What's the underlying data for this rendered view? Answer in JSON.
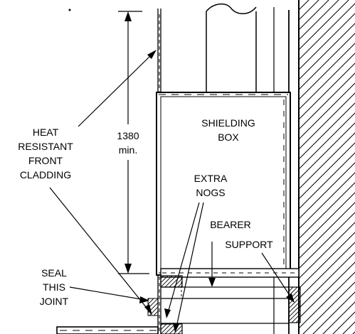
{
  "labels": {
    "heat_cladding": [
      "HEAT",
      "RESISTANT",
      "FRONT",
      "CLADDING"
    ],
    "dimension": [
      "1380",
      "min."
    ],
    "shielding_box": [
      "SHIELDING",
      "BOX"
    ],
    "extra_nogs": [
      "EXTRA",
      "NOGS"
    ],
    "bearer": "BEARER",
    "support": "SUPPORT",
    "seal_joint": [
      "SEAL",
      "THIS",
      "JOINT"
    ]
  },
  "colors": {
    "ink": "#000000",
    "paper": "#ffffff"
  }
}
